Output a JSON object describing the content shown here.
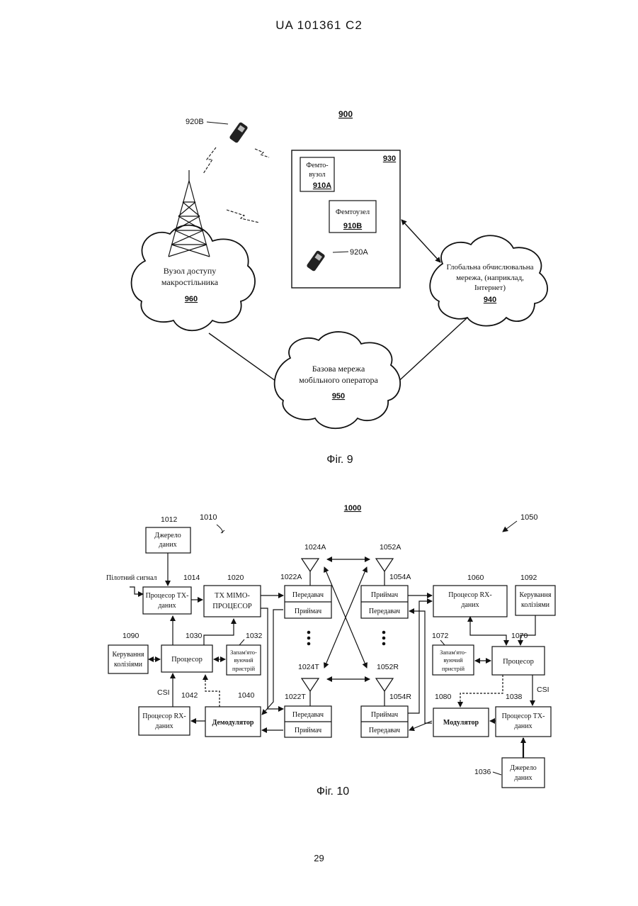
{
  "header": {
    "patent_id": "UA   101361   C2"
  },
  "page_number": "29",
  "fig9": {
    "ref": "900",
    "caption": "Фіг. 9",
    "ue_b": "920B",
    "ue_a": "920A",
    "building_ref": "930",
    "femto_a_line1": "Фемто-",
    "femto_a_line2": "вузол",
    "femto_a_ref": "910A",
    "femto_b_label": "Фемтоузел",
    "femto_b_ref": "910B",
    "macro_line1": "Вузол доступу",
    "macro_line2": "макростільника",
    "macro_ref": "960",
    "wan_line1": "Глобальна обчислювальна",
    "wan_line2": "мережа, (наприклад,",
    "wan_line3": "Інтернет)",
    "wan_ref": "940",
    "core_line1": "Базова мережа",
    "core_line2": "мобільного оператора",
    "core_ref": "950"
  },
  "fig10": {
    "ref": "1000",
    "caption": "Фіг. 10",
    "sys_a": "1010",
    "sys_b": "1050",
    "src_a_ref": "1012",
    "src_a_1": "Джерело",
    "src_a_2": "даних",
    "pilot": "Пілотний сигнал",
    "txp_ref": "1014",
    "txp_1": "Процесор ТХ-",
    "txp_2": "даних",
    "mimo_ref": "1020",
    "mimo_1": "TX MIMO-",
    "mimo_2": "ПРОЦЕСОР",
    "proc_a_ref": "1030",
    "proc_a": "Процесор",
    "mem_a_ref": "1032",
    "mem_a_1": "Запам'ято-",
    "mem_a_2": "вуючий",
    "mem_a_3": "пристрій",
    "coll_a_ref": "1090",
    "coll_a_1": "Керування",
    "coll_a_2": "колізіями",
    "csi_a": "CSI",
    "rxp_a_ref": "1042",
    "rxp_a_1": "Процесор RX-",
    "rxp_a_2": "даних",
    "demod_ref": "1040",
    "demod": "Демодулятор",
    "tr_a1_ref": "1022A",
    "tr_at_ref": "1022T",
    "ant_a1": "1024A",
    "ant_at": "1024T",
    "tx_label": "Передавач",
    "rx_label": "Приймач",
    "ant_b1": "1052A",
    "ant_br": "1052R",
    "tr_b1_ref": "1054A",
    "tr_br_ref": "1054R",
    "rxp_b_ref": "1060",
    "rxp_b_1": "Процесор RX-",
    "rxp_b_2": "даних",
    "coll_b_ref": "1092",
    "coll_b_1": "Керування",
    "coll_b_2": "колізіями",
    "mem_b_ref": "1072",
    "mem_b_1": "Запам'ято-",
    "mem_b_2": "вуючий",
    "mem_b_3": "пристрій",
    "proc_b_ref": "1070",
    "proc_b": "Процесор",
    "csi_b": "CSI",
    "mod_ref": "1080",
    "mod": "Модулятор",
    "txp_b_ref": "1038",
    "txp_b_1": "Процесор ТХ-",
    "txp_b_2": "даних",
    "src_b_ref": "1036",
    "src_b_1": "Джерело",
    "src_b_2": "даних"
  }
}
